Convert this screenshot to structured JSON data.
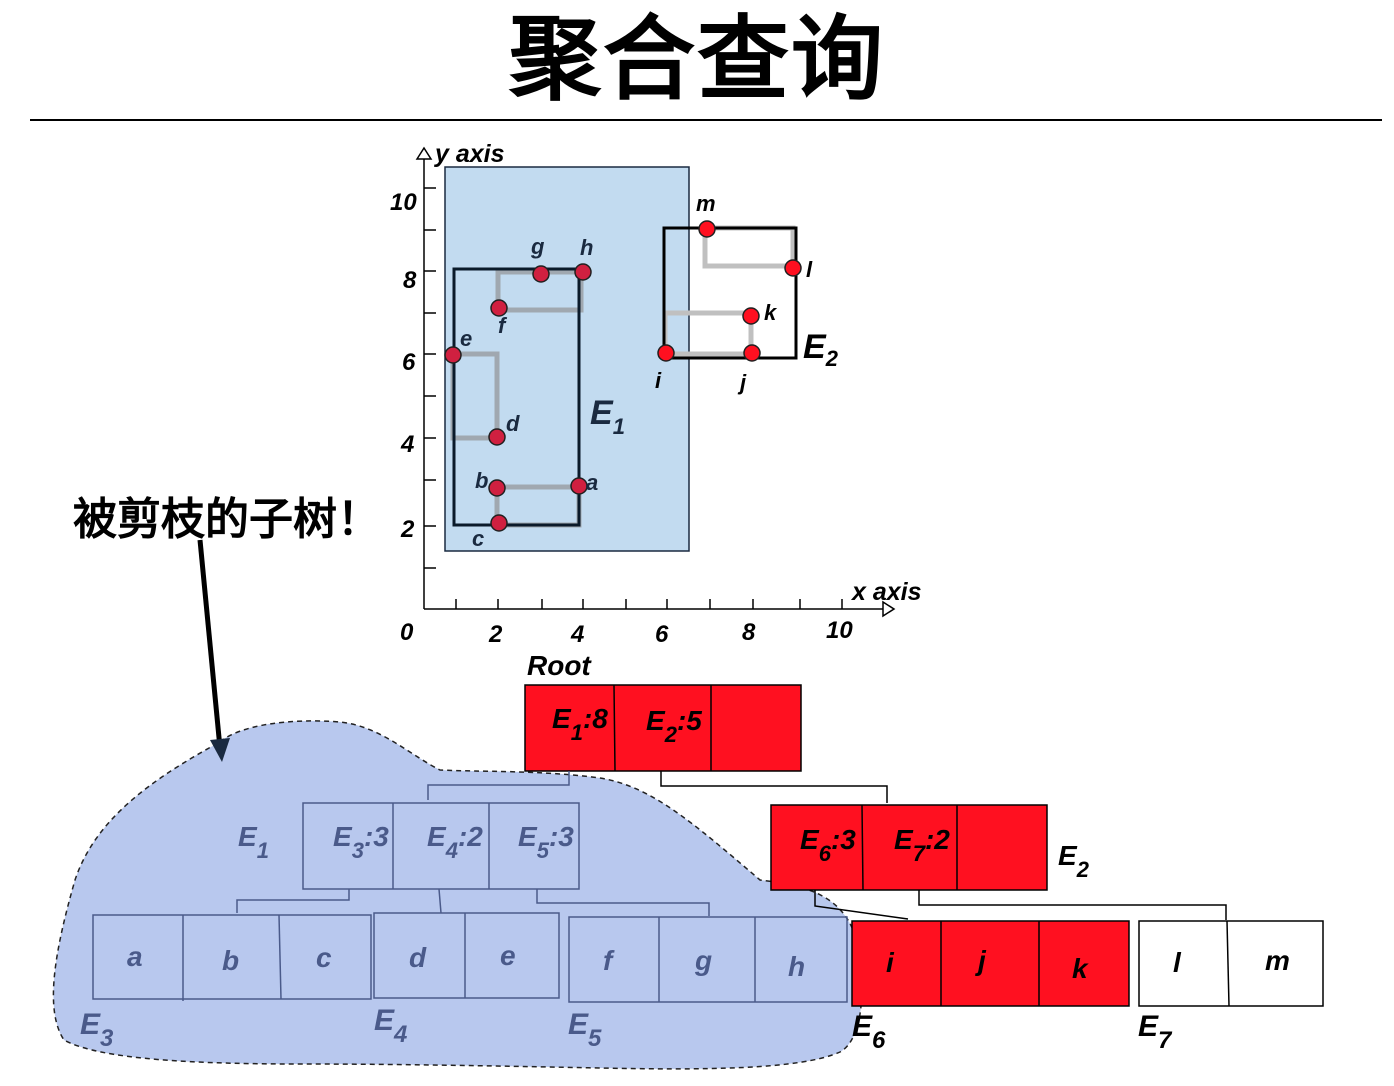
{
  "title": "聚合查询",
  "callout": "被剪枝的子树！",
  "plot": {
    "y_axis_label": "y axis",
    "x_axis_label": "x axis",
    "y_ticks": [
      "10",
      "8",
      "6",
      "4",
      "2"
    ],
    "x_ticks": [
      "0",
      "2",
      "4",
      "6",
      "8",
      "10"
    ],
    "points": [
      "a",
      "b",
      "c",
      "d",
      "e",
      "f",
      "g",
      "h",
      "i",
      "j",
      "k",
      "l",
      "m"
    ],
    "mbr_labels": {
      "E1": "E",
      "E1_sub": "1",
      "E2": "E",
      "E2_sub": "2"
    }
  },
  "tree": {
    "root_label": "Root",
    "root_entries": [
      {
        "name": "E",
        "sub": "1",
        "count": ":8"
      },
      {
        "name": "E",
        "sub": "2",
        "count": ":5"
      }
    ],
    "e1_label": {
      "name": "E",
      "sub": "1"
    },
    "e1_entries": [
      {
        "name": "E",
        "sub": "3",
        "count": ":3"
      },
      {
        "name": "E",
        "sub": "4",
        "count": ":2"
      },
      {
        "name": "E",
        "sub": "5",
        "count": ":3"
      }
    ],
    "e2_label": {
      "name": "E",
      "sub": "2"
    },
    "e2_entries": [
      {
        "name": "E",
        "sub": "6",
        "count": ":3"
      },
      {
        "name": "E",
        "sub": "7",
        "count": ":2"
      }
    ],
    "leaves": {
      "E3": {
        "name": "E",
        "sub": "3",
        "items": [
          "a",
          "b",
          "c"
        ]
      },
      "E4": {
        "name": "E",
        "sub": "4",
        "items": [
          "d",
          "e"
        ]
      },
      "E5": {
        "name": "E",
        "sub": "5",
        "items": [
          "f",
          "g",
          "h"
        ]
      },
      "E6": {
        "name": "E",
        "sub": "6",
        "items": [
          "i",
          "j",
          "k"
        ]
      },
      "E7": {
        "name": "E",
        "sub": "7",
        "items": [
          "l",
          "m"
        ]
      }
    }
  },
  "colors": {
    "highlight_red": "#ff1020",
    "pruned_fill": "#b8c8ee",
    "mbr_fill": "#c2dbf0",
    "point_fill": "#d02040",
    "pruned_text": "#4a5a8a"
  }
}
